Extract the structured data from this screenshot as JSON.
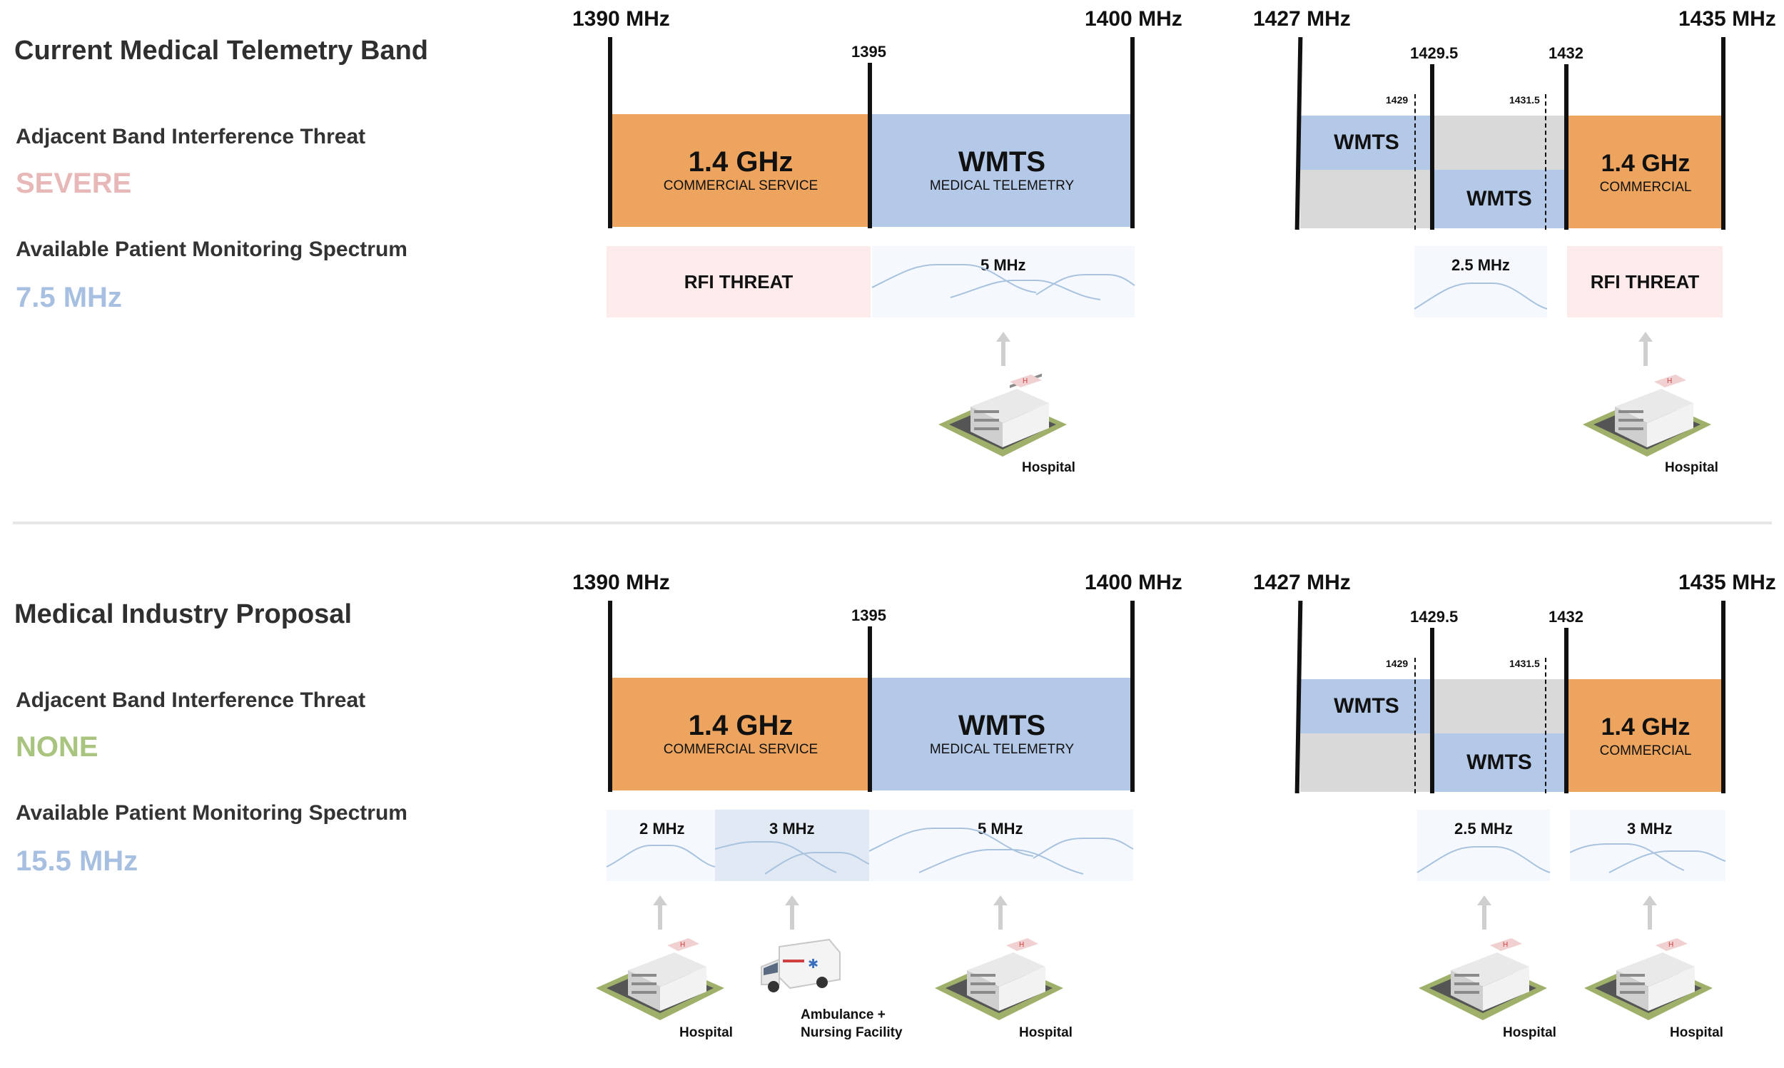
{
  "colors": {
    "commercial": "#eca45e",
    "wmts": "#b4c9e8",
    "guard": "#d9d9d9",
    "rfi_bg": "#fdeaea",
    "avail_bg": "#f5f9fd",
    "avail_bg_dark": "#e1e9f4",
    "curve": "#a9c3df",
    "severe": "#e8b7b7",
    "none": "#a9c47e",
    "spectrum": "#a7bfe0"
  },
  "sections": [
    {
      "title": "Current Medical Telemetry Band",
      "threat_label": "Adjacent Band Interference Threat",
      "threat_value": "SEVERE",
      "spectrum_label": "Available Patient Monitoring Spectrum",
      "spectrum_value": "7.5 MHz",
      "freqs": {
        "f1390": "1390 MHz",
        "f1395": "1395",
        "f1400": "1400 MHz",
        "f1427": "1427 MHz",
        "f1429_5": "1429.5",
        "f1432": "1432",
        "f1435": "1435 MHz",
        "f1429": "1429",
        "f1431_5": "1431.5"
      },
      "blocks": {
        "commercial_title": "1.4 GHz",
        "commercial_sub": "COMMERCIAL SERVICE",
        "wmts_title": "WMTS",
        "wmts_sub": "MEDICAL TELEMETRY",
        "wmts_a": "WMTS",
        "wmts_b": "WMTS",
        "commercial2_title": "1.4 GHz",
        "commercial2_sub": "COMMERCIAL"
      },
      "slots": {
        "left_a": "RFI THREAT",
        "left_b": "5 MHz",
        "right_a": "2.5 MHz",
        "right_b": "RFI THREAT"
      },
      "icons": {
        "hospital_left": "Hospital",
        "hospital_right": "Hospital"
      }
    },
    {
      "title": "Medical Industry Proposal",
      "threat_label": "Adjacent Band Interference Threat",
      "threat_value": "NONE",
      "spectrum_label": "Available Patient Monitoring Spectrum",
      "spectrum_value": "15.5 MHz",
      "freqs": {
        "f1390": "1390 MHz",
        "f1395": "1395",
        "f1400": "1400 MHz",
        "f1427": "1427 MHz",
        "f1429_5": "1429.5",
        "f1432": "1432",
        "f1435": "1435 MHz",
        "f1429": "1429",
        "f1431_5": "1431.5"
      },
      "blocks": {
        "commercial_title": "1.4 GHz",
        "commercial_sub": "COMMERCIAL SERVICE",
        "wmts_title": "WMTS",
        "wmts_sub": "MEDICAL TELEMETRY",
        "wmts_a": "WMTS",
        "wmts_b": "WMTS",
        "commercial2_title": "1.4 GHz",
        "commercial2_sub": "COMMERCIAL"
      },
      "slots": {
        "left_a": "2 MHz",
        "left_b": "3 MHz",
        "left_c": "5 MHz",
        "right_a": "2.5 MHz",
        "right_b": "3 MHz"
      },
      "icons": {
        "hospital_1": "Hospital",
        "ambulance_1": "Ambulance +",
        "ambulance_2": "Nursing Facility",
        "hospital_2": "Hospital",
        "hospital_3": "Hospital",
        "hospital_4": "Hospital"
      }
    }
  ]
}
